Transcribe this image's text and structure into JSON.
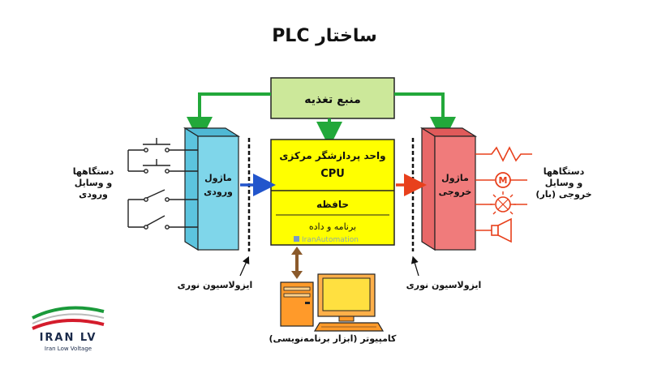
{
  "title": "ساختار PLC",
  "power_supply": "منبع تغذیه",
  "cpu": {
    "line1": "واحد پردازشگر مرکزی",
    "line2": "CPU",
    "memory": "حافظه",
    "program_data": "برنامه و داده",
    "watermark": "IranAutomation"
  },
  "input_module": {
    "line1": "ماژول",
    "line2": "ورودی"
  },
  "output_module": {
    "line1": "ماژول",
    "line2": "خروجی"
  },
  "input_devices": {
    "line1": "دستگاهها",
    "line2": "و وسایل",
    "line3": "ورودی"
  },
  "output_devices": {
    "line1": "دستگاهها",
    "line2": "و وسایل",
    "line3": "خروجی (بار)"
  },
  "optical_isolation_left": "ایزولاسیون نوری",
  "optical_isolation_right": "ایزولاسیون نوری",
  "computer": "کامپیوتر (ابزار برنامه‌نویسی)",
  "motor_letter": "M",
  "logo": {
    "name": "IRAN LV",
    "tagline": "Iran Low Voltage"
  },
  "colors": {
    "power_green": "#cce89a",
    "cpu_yellow": "#ffff00",
    "module_cyan": "#7fd6ea",
    "module_red": "#f07b7b",
    "wire_green": "#22a83a",
    "arrow_blue": "#2255cc",
    "arrow_red": "#e8401c",
    "arrow_brown": "#8b5a2b"
  }
}
